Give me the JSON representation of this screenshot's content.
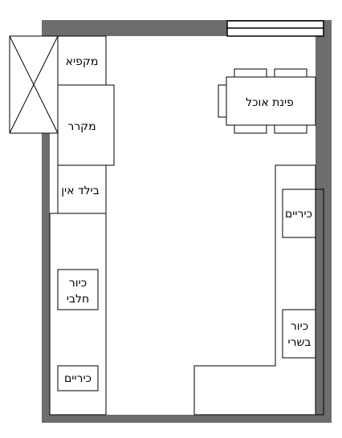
{
  "plan": {
    "colors": {
      "wall": "#6d6d6d",
      "floor": "#ffffff",
      "line": "#000000"
    },
    "labels": {
      "freezer": "מקפיא",
      "fridge": "מקרר",
      "built_in": "בילד אין",
      "dining_corner": "פינת אוכל",
      "dairy_sink_line1": "כיור",
      "dairy_sink_line2": "חלבי",
      "stovetop_left": "כיריים",
      "stovetop_right": "כיריים",
      "meat_sink_line1": "כיור",
      "meat_sink_line2": "בשרי"
    }
  }
}
